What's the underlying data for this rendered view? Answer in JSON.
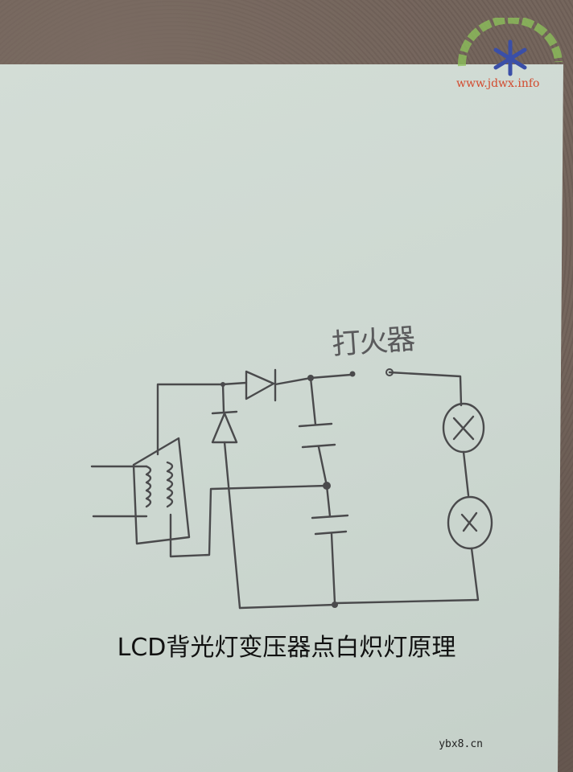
{
  "watermark": {
    "url": "www.jdwx.info"
  },
  "circuit": {
    "igniter_label": "打火器"
  },
  "caption": "LCD背光灯变压器点白炽灯原理",
  "source_mark": "ybx8.cn"
}
